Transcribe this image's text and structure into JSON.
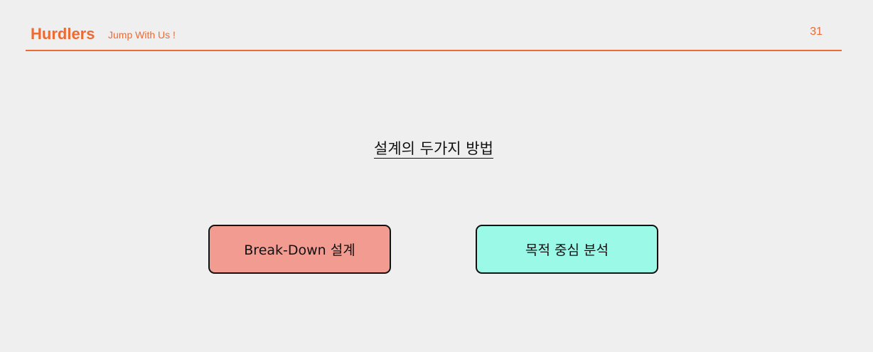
{
  "header": {
    "brand": "Hurdlers",
    "tagline": "Jump With Us !",
    "page_number": "31"
  },
  "main": {
    "title": "설계의 두가지 방법",
    "methods": [
      {
        "label": "Break-Down 설계",
        "color": "#f29c91"
      },
      {
        "label": "목적 중심 분석",
        "color": "#9bf9e8"
      }
    ]
  },
  "colors": {
    "accent": "#ec6a33",
    "background": "#efefef"
  }
}
